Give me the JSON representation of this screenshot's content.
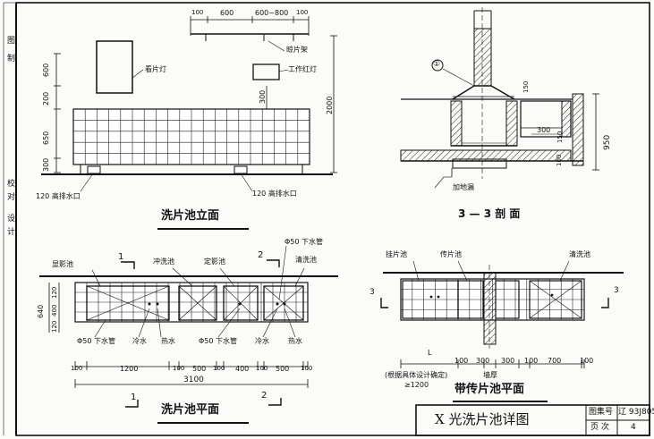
{
  "sidebar": {
    "top_chars": "图 制",
    "bottom_chars": "校对 设计"
  },
  "elevation": {
    "title": "洗片池立面",
    "top_dims": [
      "100",
      "600",
      "600~800",
      "100"
    ],
    "left_dims": [
      "600",
      "200",
      "650",
      "300"
    ],
    "right_dim": "2000",
    "inner_dim": "300",
    "labels": {
      "viewer": "看片灯",
      "rack": "晾片架",
      "work_light": "工作红灯",
      "drain_left": "120 高排水口",
      "drain_right": "120 高排水口"
    }
  },
  "section": {
    "title": "3 — 3 剖 面",
    "mark": "①",
    "dims": [
      "150",
      "300",
      "150",
      "100",
      "950"
    ],
    "note": "加地漏"
  },
  "plan": {
    "title": "洗片池平面",
    "labels_top": [
      "显影池",
      "冲洗池",
      "定影池",
      "Φ50 下水管",
      "清洗池"
    ],
    "labels_bottom": [
      "Φ50 下水管",
      "冷水",
      "热水",
      "Φ50 下水管",
      "冷水",
      "热水"
    ],
    "left_dims": [
      "640",
      "120",
      "400",
      "120"
    ],
    "dims_row1": [
      "100",
      "1200",
      "100",
      "500",
      "100",
      "400",
      "100",
      "500",
      "100"
    ],
    "total": "3100",
    "section_marks": [
      "1",
      "2",
      "1",
      "2"
    ]
  },
  "transfer_plan": {
    "title": "带传片池平面",
    "labels": [
      "挂片池",
      "传片池",
      "清洗池"
    ],
    "dims": [
      "L",
      "100",
      "300",
      "300",
      "100",
      "700",
      "100"
    ],
    "note1": "(根据具体设计确定)",
    "note2": "≥1200",
    "wall": "墙厚",
    "section_marks": [
      "3",
      "3"
    ]
  },
  "title_block": {
    "title": "X 光洗片池详图",
    "set_label": "图集号",
    "set_value": "辽 93J805",
    "page_label": "页 次",
    "page_value": "4"
  }
}
